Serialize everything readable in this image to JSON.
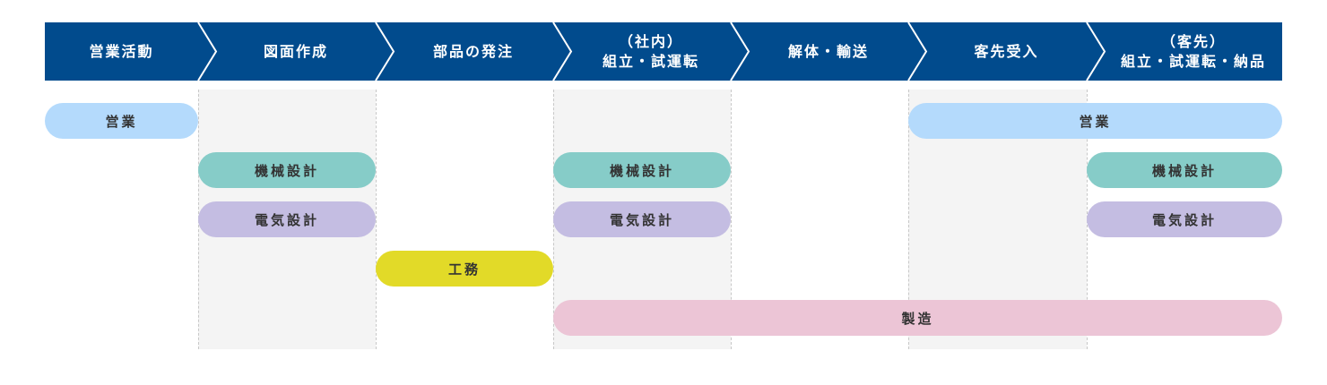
{
  "header": {
    "color": "#014b8d",
    "steps": [
      {
        "line1": "営業活動",
        "line2": ""
      },
      {
        "line1": "図面作成",
        "line2": ""
      },
      {
        "line1": "部品の発注",
        "line2": ""
      },
      {
        "line1": "（社内）",
        "line2": "組立・試運転"
      },
      {
        "line1": "解体・輸送",
        "line2": ""
      },
      {
        "line1": "客先受入",
        "line2": ""
      },
      {
        "line1": "（客先）",
        "line2": "組立・試運転・納品"
      }
    ]
  },
  "colors": {
    "sales": "#b4dafc",
    "mechanical": "#86ccc8",
    "electrical": "#c4bde2",
    "construction": "#e2da28",
    "manufacturing": "#ecc5d6",
    "band": "#f4f4f4"
  },
  "bars": [
    {
      "label": "営業",
      "category": "sales",
      "start_step": 1,
      "end_step": 1
    },
    {
      "label": "機械設計",
      "category": "mechanical",
      "start_step": 2,
      "end_step": 2
    },
    {
      "label": "電気設計",
      "category": "electrical",
      "start_step": 2,
      "end_step": 2
    },
    {
      "label": "工務",
      "category": "construction",
      "start_step": 3,
      "end_step": 3
    },
    {
      "label": "機械設計",
      "category": "mechanical",
      "start_step": 4,
      "end_step": 4
    },
    {
      "label": "電気設計",
      "category": "electrical",
      "start_step": 4,
      "end_step": 4
    },
    {
      "label": "製造",
      "category": "manufacturing",
      "start_step": 4,
      "end_step": 7
    },
    {
      "label": "営業",
      "category": "sales",
      "start_step": 6,
      "end_step": 7
    },
    {
      "label": "機械設計",
      "category": "mechanical",
      "start_step": 7,
      "end_step": 7
    },
    {
      "label": "電気設計",
      "category": "electrical",
      "start_step": 7,
      "end_step": 7
    }
  ]
}
